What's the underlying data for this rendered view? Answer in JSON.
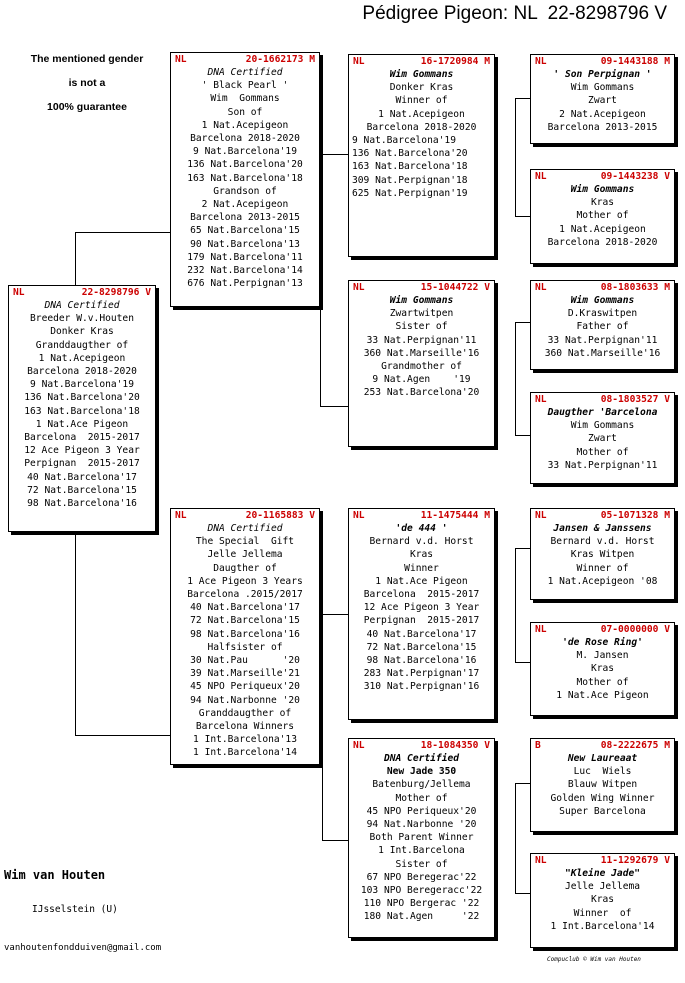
{
  "title": "Pédigree Pigeon: NL  22-8298796 V",
  "notice": [
    "The mentioned gender",
    "is not a",
    "100% guarantee"
  ],
  "owner": {
    "name": "Wim van Houten",
    "town": "IJsselstein (U)",
    "email": "vanhoutenfondduiven@gmail.com"
  },
  "credit": "Compuclub © Wim van Houten",
  "cards": [
    {
      "id": "subject",
      "country": "NL",
      "ring": "22-8298796 V",
      "lines": [
        {
          "t": "DNA Certified",
          "s": "i"
        },
        {
          "t": "Breeder W.v.Houten",
          "s": ""
        },
        {
          "t": "Donker Kras",
          "s": ""
        },
        {
          "t": "Granddaugther of",
          "s": ""
        },
        {
          "t": "1 Nat.Acepigeon",
          "s": ""
        },
        {
          "t": "Barcelona 2018-2020",
          "s": ""
        },
        {
          "t": "9 Nat.Barcelona'19",
          "s": ""
        },
        {
          "t": "136 Nat.Barcelona'20",
          "s": ""
        },
        {
          "t": "163 Nat.Barcelona'18",
          "s": ""
        },
        {
          "t": "1 Nat.Ace Pigeon",
          "s": ""
        },
        {
          "t": "Barcelona  2015-2017",
          "s": ""
        },
        {
          "t": "12 Ace Pigeon 3 Year",
          "s": ""
        },
        {
          "t": "Perpignan  2015-2017",
          "s": ""
        },
        {
          "t": "40 Nat.Barcelona'17",
          "s": ""
        },
        {
          "t": "72 Nat.Barcelona'15",
          "s": ""
        },
        {
          "t": "98 Nat.Barcelona'16",
          "s": ""
        }
      ]
    },
    {
      "id": "sire",
      "country": "NL",
      "ring": "20-1662173 M",
      "lines": [
        {
          "t": "DNA Certified",
          "s": "i"
        },
        {
          "t": "' Black Pearl '",
          "s": ""
        },
        {
          "t": "Wim  Gommans",
          "s": ""
        },
        {
          "t": "Son of",
          "s": ""
        },
        {
          "t": "1 Nat.Acepigeon",
          "s": ""
        },
        {
          "t": "Barcelona 2018-2020",
          "s": ""
        },
        {
          "t": "9 Nat.Barcelona'19",
          "s": ""
        },
        {
          "t": "136 Nat.Barcelona'20",
          "s": ""
        },
        {
          "t": "163 Nat.Barcelona'18",
          "s": ""
        },
        {
          "t": "Grandson of",
          "s": ""
        },
        {
          "t": "2 Nat.Acepigeon",
          "s": ""
        },
        {
          "t": "Barcelona 2013-2015",
          "s": ""
        },
        {
          "t": "65 Nat.Barcelona'15",
          "s": ""
        },
        {
          "t": "90 Nat.Barcelona'13",
          "s": ""
        },
        {
          "t": "179 Nat.Barcelona'11",
          "s": ""
        },
        {
          "t": "232 Nat.Barcelona'14",
          "s": ""
        },
        {
          "t": "676 Nat.Perpignan'13",
          "s": ""
        }
      ]
    },
    {
      "id": "dam",
      "country": "NL",
      "ring": "20-1165883 V",
      "lines": [
        {
          "t": "DNA Certified",
          "s": "i"
        },
        {
          "t": "The Special  Gift",
          "s": ""
        },
        {
          "t": "Jelle Jellema",
          "s": ""
        },
        {
          "t": "Daugther of",
          "s": ""
        },
        {
          "t": "1 Ace Pigeon 3 Years",
          "s": ""
        },
        {
          "t": "Barcelona .2015/2017",
          "s": ""
        },
        {
          "t": "40 Nat.Barcelona'17",
          "s": ""
        },
        {
          "t": "72 Nat.Barcelona'15",
          "s": ""
        },
        {
          "t": "98 Nat.Barcelona'16",
          "s": ""
        },
        {
          "t": "Halfsister of",
          "s": ""
        },
        {
          "t": "30 Nat.Pau      '20",
          "s": ""
        },
        {
          "t": "39 Nat.Marseille'21",
          "s": ""
        },
        {
          "t": "45 NPO Periqueux'20",
          "s": ""
        },
        {
          "t": "94 Nat.Narbonne '20",
          "s": ""
        },
        {
          "t": "Granddaugther of",
          "s": ""
        },
        {
          "t": "Barcelona Winners",
          "s": ""
        },
        {
          "t": "1 Int.Barcelona'13",
          "s": ""
        },
        {
          "t": "1 Int.Barcelona'14",
          "s": ""
        }
      ]
    },
    {
      "id": "ss",
      "country": "NL",
      "ring": "16-1720984 M",
      "lines": [
        {
          "t": "Wim Gommans",
          "s": "bi"
        },
        {
          "t": "Donker Kras",
          "s": ""
        },
        {
          "t": "Winner of",
          "s": ""
        },
        {
          "t": "1 Nat.Acepigeon",
          "s": ""
        },
        {
          "t": "Barcelona 2018-2020",
          "s": ""
        },
        {
          "t": "9 Nat.Barcelona'19",
          "s": "l"
        },
        {
          "t": "136 Nat.Barcelona'20",
          "s": "l"
        },
        {
          "t": "163 Nat.Barcelona'18",
          "s": "l"
        },
        {
          "t": "309 Nat.Perpignan'18",
          "s": "l"
        },
        {
          "t": "625 Nat.Perpignan'19",
          "s": "l"
        }
      ]
    },
    {
      "id": "sd",
      "country": "NL",
      "ring": "15-1044722 V",
      "lines": [
        {
          "t": "Wim Gommans",
          "s": "bi"
        },
        {
          "t": "Zwartwitpen",
          "s": ""
        },
        {
          "t": "Sister of",
          "s": ""
        },
        {
          "t": "33 Nat.Perpignan'11",
          "s": ""
        },
        {
          "t": "360 Nat.Marseille'16",
          "s": ""
        },
        {
          "t": "Grandmother of",
          "s": ""
        },
        {
          "t": "9 Nat.Agen    '19",
          "s": ""
        },
        {
          "t": "253 Nat.Barcelona'20",
          "s": ""
        }
      ]
    },
    {
      "id": "ds",
      "country": "NL",
      "ring": "11-1475444 M",
      "lines": [
        {
          "t": "'de 444 '",
          "s": "bi"
        },
        {
          "t": "Bernard v.d. Horst",
          "s": ""
        },
        {
          "t": "Kras",
          "s": ""
        },
        {
          "t": "Winner",
          "s": ""
        },
        {
          "t": "1 Nat.Ace Pigeon",
          "s": ""
        },
        {
          "t": "Barcelona  2015-2017",
          "s": ""
        },
        {
          "t": "12 Ace Pigeon 3 Year",
          "s": ""
        },
        {
          "t": "Perpignan  2015-2017",
          "s": ""
        },
        {
          "t": "40 Nat.Barcelona'17",
          "s": ""
        },
        {
          "t": "72 Nat.Barcelona'15",
          "s": ""
        },
        {
          "t": "98 Nat.Barcelona'16",
          "s": ""
        },
        {
          "t": "283 Nat.Perpignan'17",
          "s": ""
        },
        {
          "t": "310 Nat.Perpignan'16",
          "s": ""
        }
      ]
    },
    {
      "id": "dd",
      "country": "NL",
      "ring": "18-1084350 V",
      "lines": [
        {
          "t": "DNA Certified",
          "s": "bi"
        },
        {
          "t": "New Jade 350",
          "s": "b"
        },
        {
          "t": "Batenburg/Jellema",
          "s": ""
        },
        {
          "t": "Mother of",
          "s": ""
        },
        {
          "t": "45 NPO Periqueux'20",
          "s": ""
        },
        {
          "t": "94 Nat.Narbonne '20",
          "s": ""
        },
        {
          "t": "Both Parent Winner",
          "s": ""
        },
        {
          "t": "1 Int.Barcelona",
          "s": ""
        },
        {
          "t": "Sister of",
          "s": ""
        },
        {
          "t": "67 NPO Beregerac'22",
          "s": ""
        },
        {
          "t": "103 NPO Beregeracc'22",
          "s": ""
        },
        {
          "t": "110 NPO Bergerac '22",
          "s": ""
        },
        {
          "t": "180 Nat.Agen     '22",
          "s": ""
        }
      ]
    },
    {
      "id": "sss",
      "country": "NL",
      "ring": "09-1443188 M",
      "lines": [
        {
          "t": "' Son Perpignan '",
          "s": "bi"
        },
        {
          "t": "Wim Gommans",
          "s": ""
        },
        {
          "t": "Zwart",
          "s": ""
        },
        {
          "t": "2 Nat.Acepigeon",
          "s": ""
        },
        {
          "t": "Barcelona 2013-2015",
          "s": ""
        }
      ]
    },
    {
      "id": "ssd",
      "country": "NL",
      "ring": "09-1443238 V",
      "lines": [
        {
          "t": "Wim Gommans",
          "s": "bi"
        },
        {
          "t": "Kras",
          "s": ""
        },
        {
          "t": "Mother of",
          "s": ""
        },
        {
          "t": "1 Nat.Acepigeon",
          "s": ""
        },
        {
          "t": "Barcelona 2018-2020",
          "s": ""
        }
      ]
    },
    {
      "id": "sds",
      "country": "NL",
      "ring": "08-1803633 M",
      "lines": [
        {
          "t": "Wim Gommans",
          "s": "bi"
        },
        {
          "t": "D.Kraswitpen",
          "s": ""
        },
        {
          "t": "Father of",
          "s": ""
        },
        {
          "t": "33 Nat.Perpignan'11",
          "s": ""
        },
        {
          "t": "360 Nat.Marseille'16",
          "s": ""
        }
      ]
    },
    {
      "id": "sdd",
      "country": "NL",
      "ring": "08-1803527 V",
      "lines": [
        {
          "t": "Daugther 'Barcelona",
          "s": "bi"
        },
        {
          "t": "Wim Gommans",
          "s": ""
        },
        {
          "t": "Zwart",
          "s": ""
        },
        {
          "t": "Mother of",
          "s": ""
        },
        {
          "t": "33 Nat.Perpignan'11",
          "s": ""
        }
      ]
    },
    {
      "id": "dss",
      "country": "NL",
      "ring": "05-1071328 M",
      "lines": [
        {
          "t": "Jansen & Janssens",
          "s": "bi"
        },
        {
          "t": "Bernard v.d. Horst",
          "s": ""
        },
        {
          "t": "Kras Witpen",
          "s": ""
        },
        {
          "t": "Winner of",
          "s": ""
        },
        {
          "t": "1 Nat.Acepigeon '08",
          "s": ""
        }
      ]
    },
    {
      "id": "dsd",
      "country": "NL",
      "ring": "07-0000000 V",
      "lines": [
        {
          "t": "'de Rose Ring'",
          "s": "bi"
        },
        {
          "t": "M. Jansen",
          "s": ""
        },
        {
          "t": "Kras",
          "s": ""
        },
        {
          "t": "Mother of",
          "s": ""
        },
        {
          "t": "1 Nat.Ace Pigeon",
          "s": ""
        }
      ]
    },
    {
      "id": "dds",
      "country": "B",
      "ring": "08-2222675 M",
      "lines": [
        {
          "t": "New Laureaat",
          "s": "bi"
        },
        {
          "t": "Luc  Wiels",
          "s": ""
        },
        {
          "t": "Blauw Witpen",
          "s": ""
        },
        {
          "t": "Golden Wing Winner",
          "s": ""
        },
        {
          "t": "Super Barcelona",
          "s": ""
        }
      ]
    },
    {
      "id": "ddd",
      "country": "NL",
      "ring": "11-1292679 V",
      "lines": [
        {
          "t": "\"Kleine Jade\"",
          "s": "bi"
        },
        {
          "t": "Jelle Jellema",
          "s": ""
        },
        {
          "t": "Kras",
          "s": ""
        },
        {
          "t": "Winner  of",
          "s": ""
        },
        {
          "t": "1 Int.Barcelona'14",
          "s": ""
        }
      ]
    }
  ]
}
